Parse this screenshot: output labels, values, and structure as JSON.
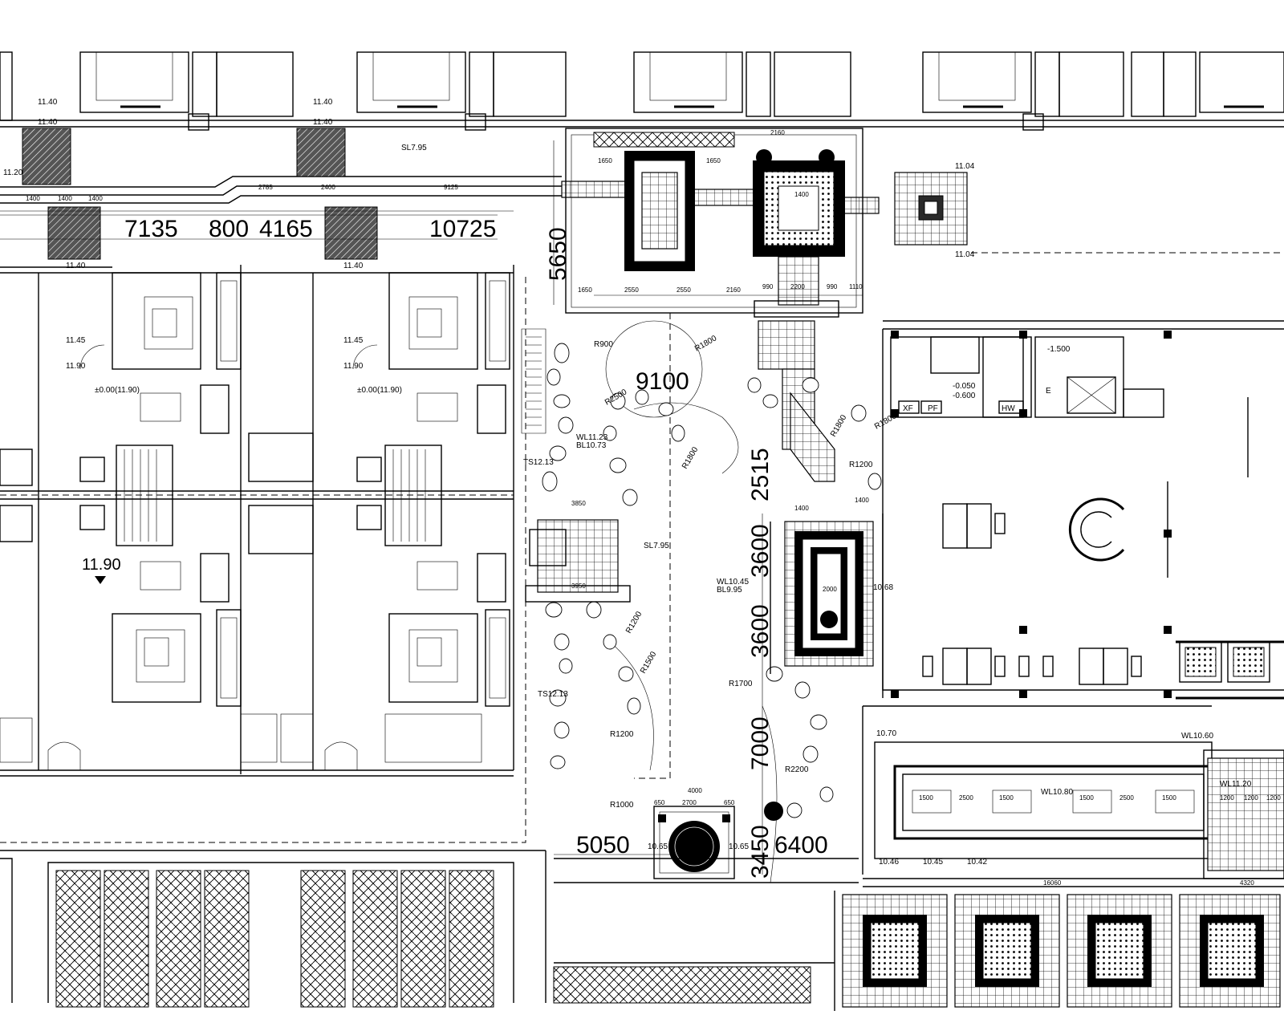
{
  "dimensions_large": [
    {
      "id": "d-7135",
      "text": "7135"
    },
    {
      "id": "d-800",
      "text": "800"
    },
    {
      "id": "d-4165",
      "text": "4165"
    },
    {
      "id": "d-10725",
      "text": "10725"
    },
    {
      "id": "d-5650",
      "text": "5650"
    },
    {
      "id": "d-9100",
      "text": "9100"
    },
    {
      "id": "d-2515",
      "text": "2515"
    },
    {
      "id": "d-3600a",
      "text": "3600"
    },
    {
      "id": "d-3600b",
      "text": "3600"
    },
    {
      "id": "d-7000",
      "text": "7000"
    },
    {
      "id": "d-5050",
      "text": "5050"
    },
    {
      "id": "d-3450",
      "text": "3450"
    },
    {
      "id": "d-6400",
      "text": "6400"
    },
    {
      "id": "d-1190",
      "text": "11.90"
    }
  ],
  "dimensions_small": {
    "top_row": [
      "1400",
      "1400",
      "1400",
      "2785",
      "2400",
      "9125",
      "1650",
      "1650",
      "2160",
      "1400"
    ],
    "pavilion": [
      "2550",
      "2550",
      "2160",
      "990",
      "2200",
      "990",
      "1110",
      "1650"
    ],
    "pond": [
      "3850",
      "3950",
      "2000",
      "1400",
      "1400"
    ],
    "bottom_court": [
      "4000",
      "2700",
      "650",
      "650",
      "1500",
      "2500",
      "1500",
      "1500",
      "2500",
      "1500",
      "16060",
      "4320"
    ],
    "right_grid": [
      "1200",
      "1200",
      "1200"
    ]
  },
  "elevations": {
    "e1140a": "11.40",
    "e1140b": "11.40",
    "e1140c": "11.40",
    "e1140d": "11.40",
    "e1140e": "11.40",
    "e1140f": "11.40",
    "e1120": "11.20",
    "e1145a": "11.45",
    "e1145b": "11.45",
    "e1190a": "11.90",
    "e1190b": "11.90",
    "pm0a": "±0.00(11.90)",
    "pm0b": "±0.00(11.90)",
    "sl795a": "SL7.95",
    "sl795b": "SL7.95",
    "ts1213a": "TS12.13",
    "ts1213b": "TS12.13",
    "wl1123": "WL11.23",
    "bl1073": "BL10.73",
    "wl1045": "WL10.45",
    "bl995": "BL9.95",
    "e1104a": "11.04",
    "e1104b": "11.04",
    "e1070": "10.70",
    "e1065a": "10.65",
    "e1065b": "10.65",
    "e1046": "10.46",
    "e1045": "10.45",
    "e1042": "10.42",
    "wl1080": "WL10.80",
    "wl1060": "WL10.60",
    "wl1120": "WL11.20",
    "e1068": "10.68",
    "m1500": "-1.500",
    "m0050": "-0.050",
    "m0600": "-0.600"
  },
  "radii": [
    "R900",
    "R1800",
    "R2500",
    "R1800",
    "R1700",
    "R1200",
    "R1000",
    "R1200",
    "R2200",
    "R1500",
    "R1200",
    "R1800",
    "R1800"
  ],
  "room_tags": {
    "xf": "XF",
    "pf": "PF",
    "hw": "HW",
    "e": "E"
  },
  "colors": {
    "line": "#000000",
    "background": "#ffffff",
    "fill_dark": "#2a2a2a"
  }
}
